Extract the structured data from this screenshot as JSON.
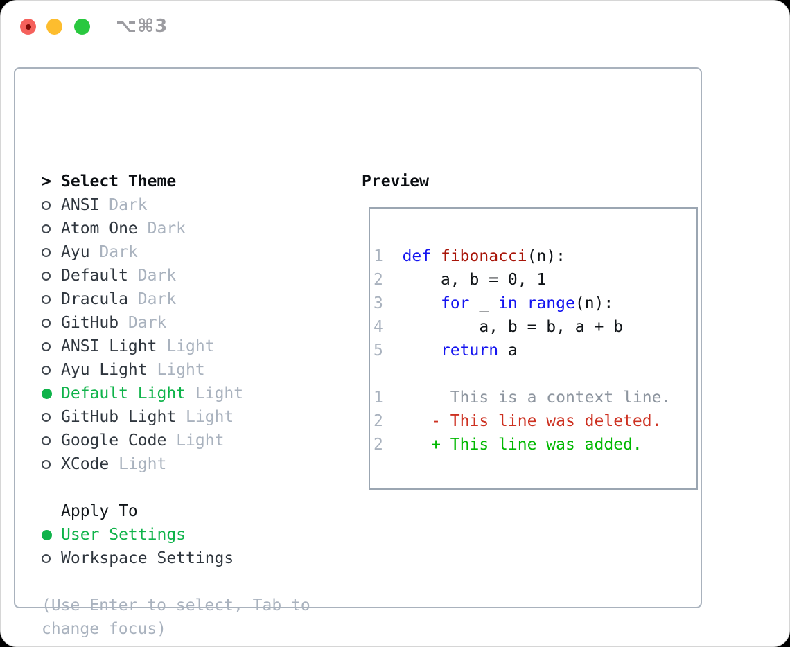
{
  "titlebar": {
    "shortcut": "⌥⌘3",
    "traffic_lights": [
      "close",
      "minimize",
      "zoom"
    ]
  },
  "panel": {
    "select_theme": {
      "marker": ">",
      "title": "Select Theme"
    },
    "themes": [
      {
        "name": "ANSI",
        "variant": "Dark",
        "selected": false
      },
      {
        "name": "Atom One",
        "variant": "Dark",
        "selected": false
      },
      {
        "name": "Ayu",
        "variant": "Dark",
        "selected": false
      },
      {
        "name": "Default",
        "variant": "Dark",
        "selected": false
      },
      {
        "name": "Dracula",
        "variant": "Dark",
        "selected": false
      },
      {
        "name": "GitHub",
        "variant": "Dark",
        "selected": false
      },
      {
        "name": "ANSI Light",
        "variant": "Light",
        "selected": false
      },
      {
        "name": "Ayu Light",
        "variant": "Light",
        "selected": false
      },
      {
        "name": "Default Light",
        "variant": "Light",
        "selected": true
      },
      {
        "name": "GitHub Light",
        "variant": "Light",
        "selected": false
      },
      {
        "name": "Google Code",
        "variant": "Light",
        "selected": false
      },
      {
        "name": "XCode",
        "variant": "Light",
        "selected": false
      }
    ],
    "apply_to": {
      "title": "Apply To",
      "options": [
        {
          "name": "User Settings",
          "selected": true
        },
        {
          "name": "Workspace Settings",
          "selected": false
        }
      ]
    },
    "help_lines": [
      "(Use Enter to select, Tab to",
      "change focus)"
    ]
  },
  "preview": {
    "title": "Preview",
    "lines": [
      {
        "num": "1",
        "segments": [
          [
            "plain",
            "  "
          ],
          [
            "kw",
            "def"
          ],
          [
            "plain",
            " "
          ],
          [
            "fn",
            "fibonacci"
          ],
          [
            "plain",
            "(n):"
          ]
        ]
      },
      {
        "num": "2",
        "segments": [
          [
            "plain",
            "      a, b = 0, 1"
          ]
        ]
      },
      {
        "num": "3",
        "segments": [
          [
            "plain",
            "      "
          ],
          [
            "kw",
            "for"
          ],
          [
            "plain",
            " _ "
          ],
          [
            "kw",
            "in"
          ],
          [
            "plain",
            " "
          ],
          [
            "kw",
            "range"
          ],
          [
            "plain",
            "(n):"
          ]
        ]
      },
      {
        "num": "4",
        "segments": [
          [
            "plain",
            "          a, b = b, a + b"
          ]
        ]
      },
      {
        "num": "5",
        "segments": [
          [
            "plain",
            "      "
          ],
          [
            "kw",
            "return"
          ],
          [
            "plain",
            " a"
          ]
        ]
      },
      {
        "num": "",
        "segments": []
      },
      {
        "num": "1",
        "segments": [
          [
            "ctx",
            "       This is a context line."
          ]
        ]
      },
      {
        "num": "2",
        "segments": [
          [
            "del",
            "     - This line was deleted."
          ]
        ]
      },
      {
        "num": "2",
        "segments": [
          [
            "add",
            "     + This line was added."
          ]
        ]
      }
    ]
  },
  "colors": {
    "ui_green": "#0fb34a",
    "kw_blue": "#1414f0",
    "fn_red": "#a81509",
    "diff_red": "#cd3121",
    "diff_green": "#00b800",
    "ctx_gray": "#8d959f",
    "muted_gray": "#a9b2be",
    "dark_text": "#2f363e",
    "heading_black": "#0b0e12",
    "code_black": "#101418",
    "panel_border": "#a9b2bd",
    "preview_border": "#9ba6b2",
    "tl_red": "#f5615c",
    "tl_red_dot": "#7d0a06",
    "tl_yellow": "#fdbd2e",
    "tl_green": "#29c83f",
    "shortcut_gray": "#9c9ca1"
  }
}
